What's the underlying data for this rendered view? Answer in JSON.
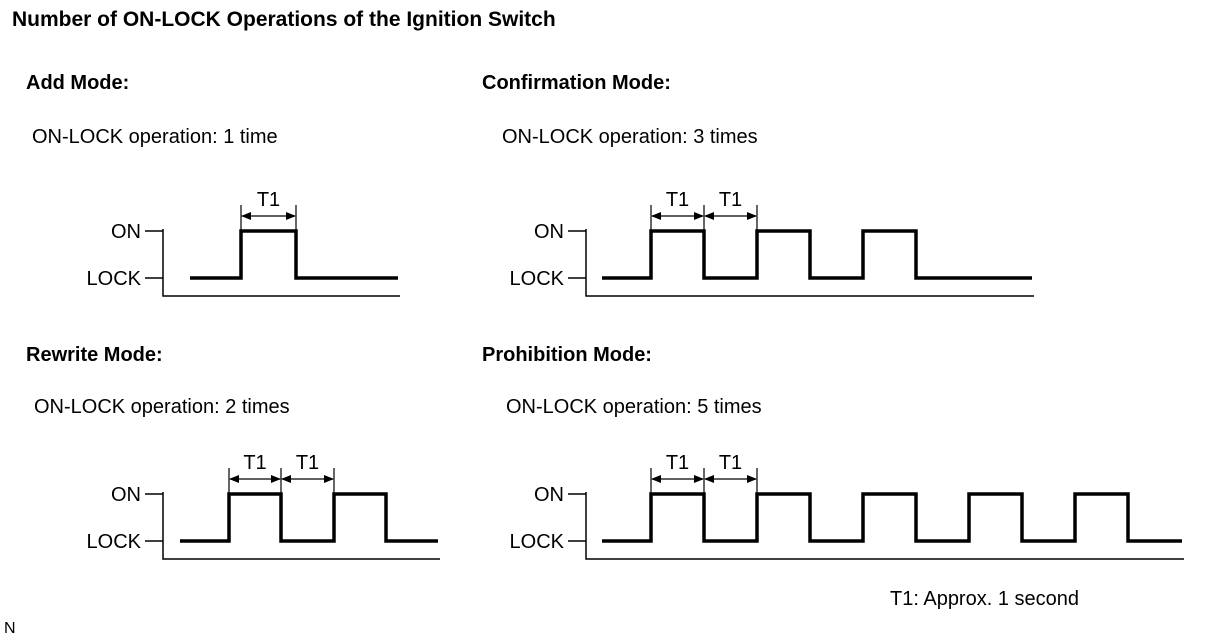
{
  "title": "Number of ON-LOCK Operations of the Ignition Switch",
  "axis_labels": {
    "on": "ON",
    "lock": "LOCK"
  },
  "interval_label": "T1",
  "note": "T1: Approx. 1 second",
  "corner_mark": "N",
  "modes": [
    {
      "title": "Add Mode:",
      "operation": "ON-LOCK operation: 1 time",
      "pulses": 1
    },
    {
      "title": "Confirmation Mode:",
      "operation": "ON-LOCK operation: 3 times",
      "pulses": 3
    },
    {
      "title": "Rewrite Mode:",
      "operation": "ON-LOCK operation: 2 times",
      "pulses": 2
    },
    {
      "title": "Prohibition Mode:",
      "operation": "ON-LOCK operation: 5 times",
      "pulses": 5
    }
  ]
}
